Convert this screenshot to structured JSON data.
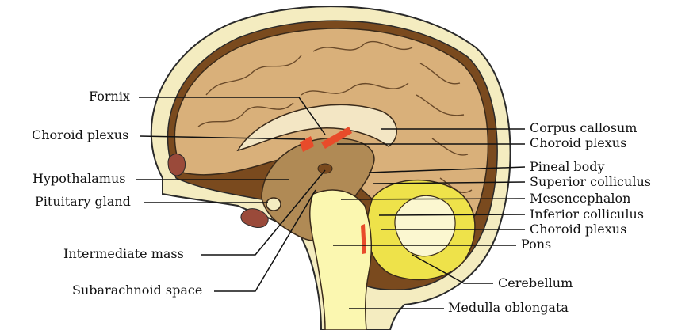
{
  "diagram": {
    "colors": {
      "skull": "#f4ecc0",
      "skull_outline": "#2a2a2a",
      "meninges": "#7a4a1e",
      "cortex": "#d9b07a",
      "white_matter": "#f3e6c4",
      "ventricle": "#fbf5a6",
      "cerebellum": "#eee24a",
      "brainstem": "#fbf7b0",
      "choroid": "#e84b2a",
      "leader_line": "#111111"
    },
    "labels_left": [
      {
        "id": "fornix",
        "text": "Fornix"
      },
      {
        "id": "choroid-plexus-1",
        "text": "Choroid plexus"
      },
      {
        "id": "hypothalamus",
        "text": "Hypothalamus"
      },
      {
        "id": "pituitary-gland",
        "text": "Pituitary gland"
      },
      {
        "id": "intermediate-mass",
        "text": "Intermediate mass"
      },
      {
        "id": "subarachnoid-space",
        "text": "Subarachnoid space"
      }
    ],
    "labels_right": [
      {
        "id": "corpus-callosum",
        "text": "Corpus callosum"
      },
      {
        "id": "choroid-plexus-2",
        "text": "Choroid plexus"
      },
      {
        "id": "pineal-body",
        "text": "Pineal body"
      },
      {
        "id": "superior-colliculus",
        "text": "Superior colliculus"
      },
      {
        "id": "mesencephalon",
        "text": "Mesencephalon"
      },
      {
        "id": "inferior-colliculus",
        "text": "Inferior colliculus"
      },
      {
        "id": "choroid-plexus-3",
        "text": "Choroid plexus"
      },
      {
        "id": "pons",
        "text": "Pons"
      },
      {
        "id": "cerebellum",
        "text": "Cerebellum"
      },
      {
        "id": "medulla-oblongata",
        "text": "Medulla oblongata"
      }
    ]
  }
}
